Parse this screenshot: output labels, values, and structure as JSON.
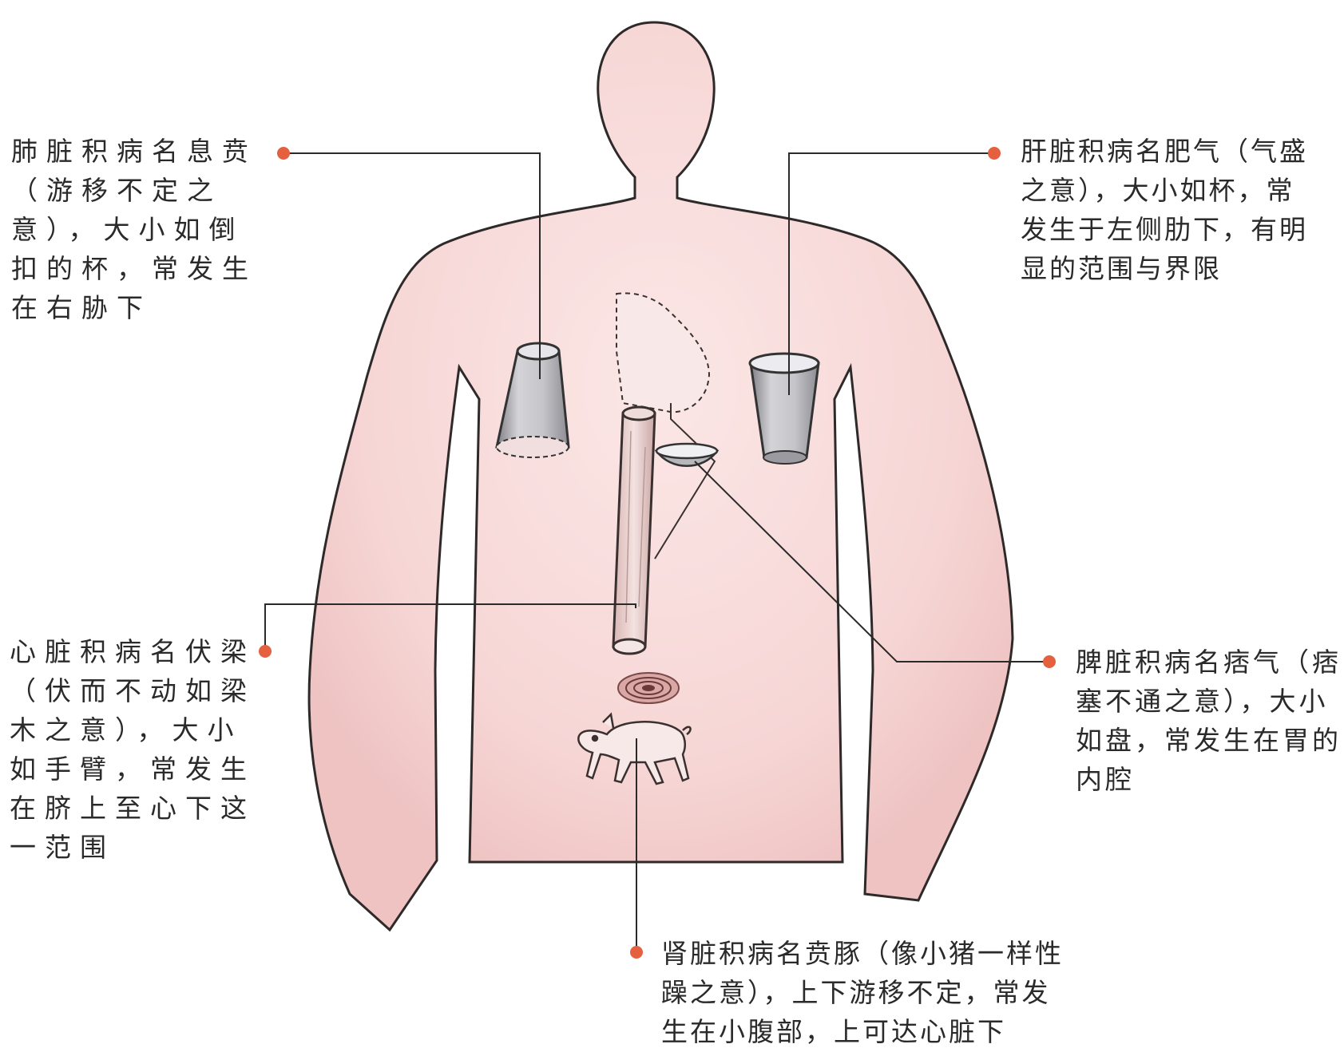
{
  "labels": {
    "lung": {
      "lines": [
        "肺脏积病名息贲",
        "（游移不定之",
        "意），大小如倒",
        "扣的杯，常发生",
        "在右胁下"
      ]
    },
    "liver": {
      "lines": [
        "肝脏积病名肥气（气盛",
        "之意），大小如杯，常",
        "发生于左侧肋下，有明",
        "显的范围与界限"
      ]
    },
    "heart": {
      "lines": [
        "心脏积病名伏梁",
        "（伏而不动如梁",
        "木之意），大小",
        "如手臂，常发生",
        "在脐上至心下这",
        "一范围"
      ]
    },
    "spleen": {
      "lines": [
        "脾脏积病名痞气（痞",
        "塞不通之意），大小",
        "如盘，常发生在胃的",
        "内腔"
      ]
    },
    "kidney": {
      "lines": [
        "肾脏积病名贲豚（像小猪一样性",
        "躁之意），上下游移不定，常发",
        "生在小腹部，上可达心脏下"
      ]
    }
  },
  "colors": {
    "body_fill": "#f7d9d9",
    "body_stroke": "#2f2a2a",
    "marker_dot": "#e5603f",
    "leader_line": "#2a2a2a",
    "cup_gray": "#b8b8bc"
  },
  "icons": [
    "cup-icon",
    "inverted-cup-icon",
    "beam-icon",
    "plate-icon",
    "navel-swirl-icon",
    "pig-icon"
  ]
}
